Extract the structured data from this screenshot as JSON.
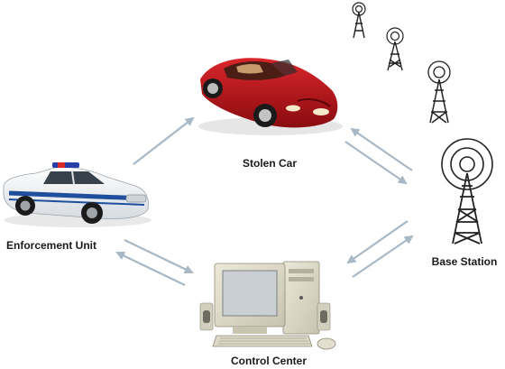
{
  "diagram": {
    "nodes": {
      "stolen_car": {
        "label": "Stolen Car",
        "icon": "sports-car-icon"
      },
      "enforcement_unit": {
        "label": "Enforcement Unit",
        "icon": "police-car-icon"
      },
      "control_center": {
        "label": "Control Center",
        "icon": "desktop-computer-icon"
      },
      "base_station": {
        "label": "Base Station",
        "icon": "radio-tower-icon"
      }
    },
    "links": [
      {
        "from": "enforcement_unit",
        "to": "stolen_car",
        "direction": "one-way"
      },
      {
        "from": "stolen_car",
        "to": "base_station",
        "direction": "two-way"
      },
      {
        "from": "base_station",
        "to": "control_center",
        "direction": "two-way"
      },
      {
        "from": "control_center",
        "to": "enforcement_unit",
        "direction": "two-way"
      }
    ],
    "colors": {
      "arrow": "#a8b8c4",
      "stolen_car_body": "#b5141a",
      "police_car_body": "#f4f6f8",
      "police_stripe": "#1f4f9c",
      "tower": "#222222",
      "computer_case": "#dcd9c8"
    }
  }
}
